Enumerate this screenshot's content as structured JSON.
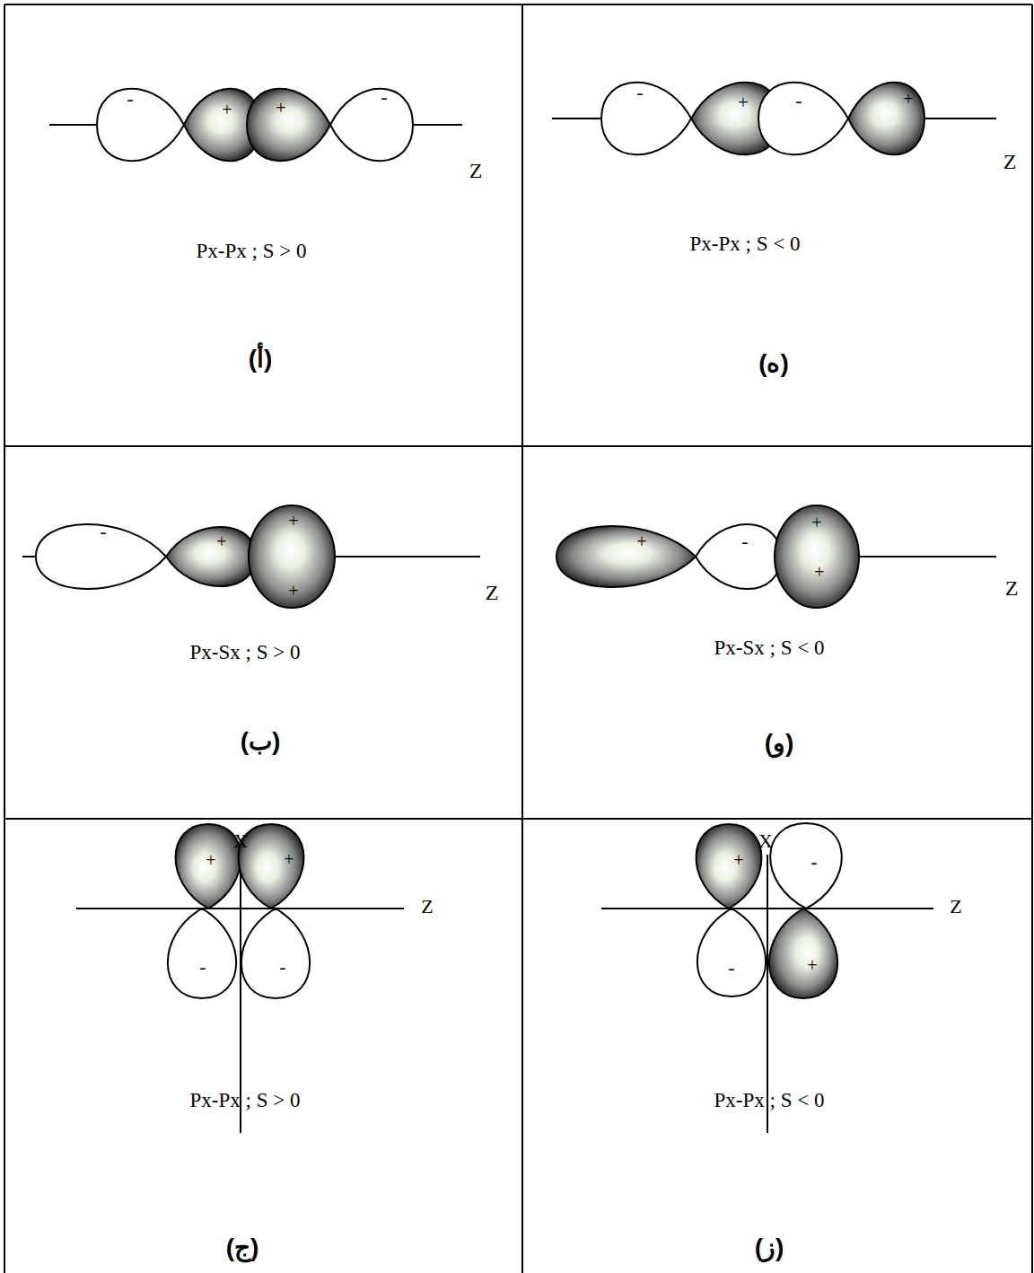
{
  "diagram": {
    "labels": [
      "-",
      "+",
      "+",
      "-",
      "Z",
      "Px-Px ; S > 0",
      "(أ)",
      "-",
      "+",
      "-",
      "+",
      "Z",
      "Px-Px ; S < 0",
      "(ه)",
      "-",
      "+",
      "+",
      "+",
      "Z",
      "Px-Sx ; S > 0",
      "(ب)",
      "+",
      "-",
      "+",
      "+",
      "Z",
      "Px-Sx ; S < 0",
      "(و)",
      "X",
      "+",
      "+",
      "Z",
      "-",
      "-",
      "Px-Px ; S > 0",
      "(ج)",
      "X",
      "+",
      "-",
      "Z",
      "-",
      "+",
      "Px-Px ; S < 0",
      "(ز)"
    ]
  }
}
